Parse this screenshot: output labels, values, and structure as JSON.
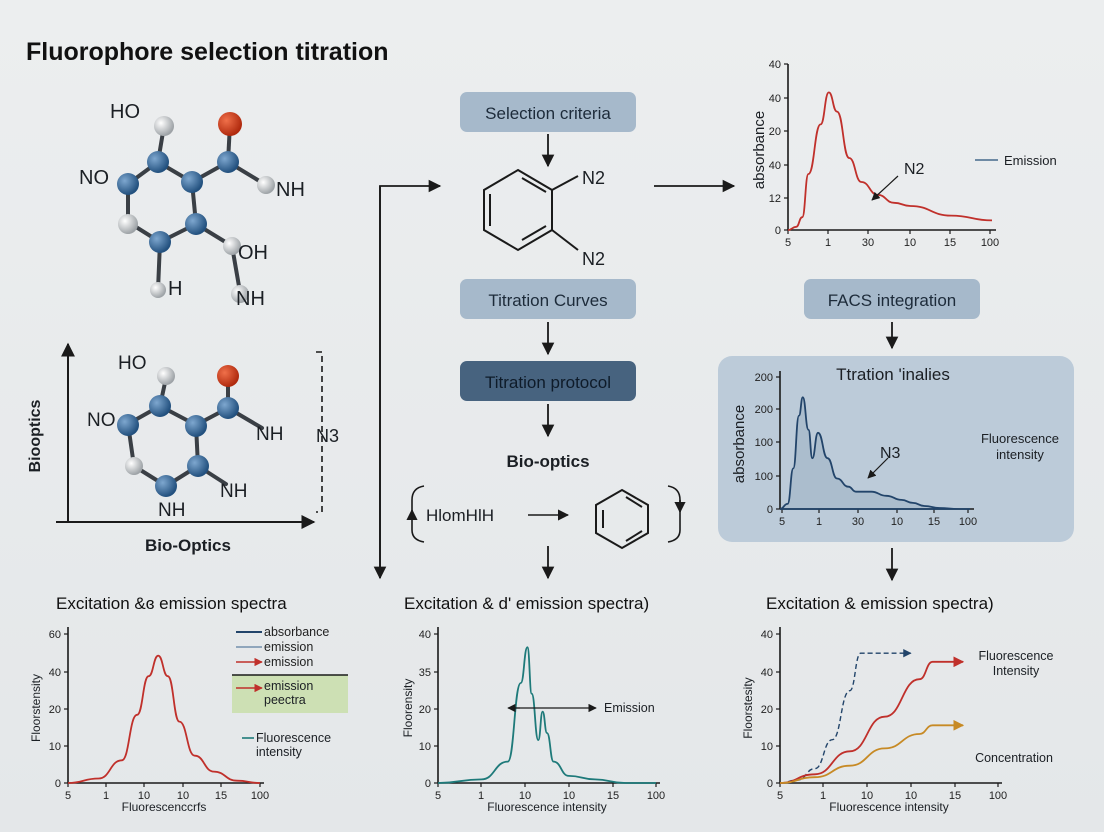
{
  "title": "Fluorophore selection  titration",
  "flow_boxes": {
    "selection_criteria": "Selection criteria",
    "titration_curves": "Titration Curves",
    "titration_protocol": "Titration protocol",
    "facs_integration": "FACS integration"
  },
  "bio_optics_label": "Bio-optics",
  "benzene_labels": {
    "top": "N2",
    "bottom": "N2"
  },
  "reaction": {
    "reactant": "HlomHlH"
  },
  "molecule_top": {
    "labels": [
      "HO",
      "NO",
      "NH",
      "OH",
      "H",
      "NH"
    ]
  },
  "molecule_axes": {
    "labels": [
      "HO",
      "NO",
      "NH",
      "NH",
      "NH"
    ],
    "y_label": "Biooptics",
    "x_label": "Bio-Optics",
    "bracket_label": "N3"
  },
  "headings": {
    "left": "Excitation &ɞ emission spectra",
    "middle": "Excitation & d' emission spectra)",
    "right": "Excitation & emission spectra)"
  },
  "panel_titles": {
    "titration_finales": "Ttration 'inalies"
  },
  "colors": {
    "red": "#c0302b",
    "teal": "#1e7a7a",
    "navy": "#22446a",
    "orange": "#c78a25",
    "box_light": "#a6b9cb",
    "box_dark": "#47637f",
    "panel_bg": "#bccbd9",
    "green_patch": "#cde0b4"
  },
  "chart_data": [
    {
      "id": "top-right",
      "type": "line",
      "ylabel": "absorbance",
      "y_ticks": [
        "40",
        "40",
        "20",
        "40",
        "12",
        "0"
      ],
      "x_ticks": [
        "5",
        "1",
        "30",
        "10",
        "15",
        "100"
      ],
      "legend": [
        "Emission"
      ],
      "legend_placement": "right",
      "annotation": "N2",
      "series": [
        {
          "x": [
            0,
            0.2,
            0.35,
            0.5,
            0.8,
            1.0,
            1.2,
            1.5,
            1.8,
            2.2,
            2.6,
            3.0,
            4.0,
            5.0
          ],
          "values": [
            0,
            2,
            8,
            35,
            66,
            86,
            74,
            45,
            30,
            22,
            17,
            15,
            9,
            6
          ]
        }
      ]
    },
    {
      "id": "titration-finales",
      "type": "line",
      "ylabel": "absorbance",
      "y_ticks": [
        "200",
        "200",
        "100",
        "100",
        "0"
      ],
      "x_ticks": [
        "5",
        "1",
        "30",
        "10",
        "15",
        "100"
      ],
      "side_label": "Fluorescence\nintensity",
      "annotation": "N3",
      "series": [
        {
          "x": [
            0,
            0.2,
            0.35,
            0.5,
            0.6,
            0.75,
            0.85,
            1.0,
            1.25,
            1.5,
            1.8,
            2.0,
            2.4,
            2.8,
            3.2,
            3.5,
            3.8,
            4.2,
            4.7,
            5.0
          ],
          "values": [
            0,
            5,
            40,
            92,
            110,
            78,
            50,
            75,
            50,
            30,
            22,
            17,
            17,
            13,
            9,
            6,
            3,
            1,
            0,
            0
          ]
        }
      ]
    },
    {
      "id": "bottom-left",
      "type": "line",
      "ylabel": "Floorstensity",
      "xlabel": "Fluorescenccrfs",
      "y_ticks": [
        "60",
        "40",
        "20",
        "10",
        "0"
      ],
      "x_ticks": [
        "5",
        "1",
        "10",
        "10",
        "15",
        "100"
      ],
      "legend": [
        "absorbance",
        "emission",
        "emission",
        "emission\npeectra",
        "Fluorescence\nintensity"
      ],
      "series": [
        {
          "x": [
            0,
            0.8,
            1.4,
            1.8,
            2.1,
            2.35,
            2.6,
            2.9,
            3.3,
            3.8,
            4.4,
            5.0
          ],
          "values": [
            0,
            2,
            10,
            30,
            47,
            56,
            47,
            27,
            12,
            5,
            1,
            0
          ]
        }
      ]
    },
    {
      "id": "bottom-middle",
      "type": "line",
      "ylabel": "Floorensity",
      "xlabel": "Fluorescence intensity",
      "y_ticks": [
        "40",
        "35",
        "20",
        "10",
        "0"
      ],
      "x_ticks": [
        "5",
        "1",
        "10",
        "10",
        "15",
        "100"
      ],
      "legend": [
        "Emission"
      ],
      "series": [
        {
          "x": [
            0,
            1.0,
            1.6,
            1.9,
            2.05,
            2.15,
            2.3,
            2.4,
            2.5,
            2.65,
            3.0,
            3.6,
            4.3,
            5.0
          ],
          "values": [
            0,
            1,
            6,
            28,
            38,
            25,
            12,
            20,
            14,
            6,
            2,
            1,
            0,
            0
          ]
        }
      ]
    },
    {
      "id": "bottom-right",
      "type": "line",
      "ylabel": "Floorstesity",
      "xlabel": "Fluorescence intensity",
      "y_ticks": [
        "40",
        "40",
        "20",
        "10",
        "0"
      ],
      "x_ticks": [
        "5",
        "1",
        "10",
        "10",
        "15",
        "100"
      ],
      "legend": [
        "Fluorescence\nIntensity",
        "Concentration"
      ],
      "series": [
        {
          "name": "dashed",
          "x": [
            0,
            0.4,
            0.8,
            1.2,
            1.6,
            1.85,
            2.1,
            3.0
          ],
          "values": [
            0,
            1,
            5,
            15,
            32,
            45,
            45,
            45
          ]
        },
        {
          "name": "red",
          "x": [
            0,
            0.8,
            1.6,
            2.4,
            3.2,
            3.5,
            4.2
          ],
          "values": [
            0,
            3,
            11,
            23,
            36,
            42,
            42
          ]
        },
        {
          "name": "orange",
          "x": [
            0,
            0.8,
            1.6,
            2.4,
            3.2,
            3.5,
            4.2
          ],
          "values": [
            0,
            2,
            6,
            12,
            17,
            20,
            20
          ]
        }
      ]
    }
  ]
}
